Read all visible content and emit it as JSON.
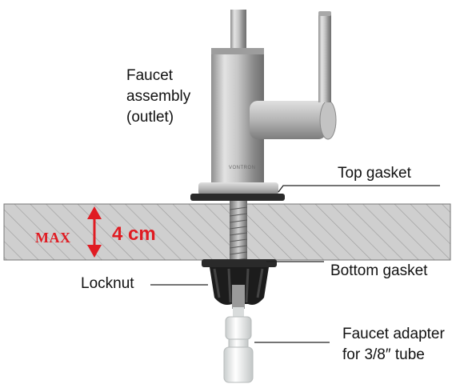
{
  "labels": {
    "faucet_assembly": [
      "Faucet",
      "assembly",
      "(outlet)"
    ],
    "top_gasket": "Top gasket",
    "max": "MAX",
    "thickness": "4 cm",
    "locknut": "Locknut",
    "bottom_gasket": "Bottom gasket",
    "faucet_adapter": [
      "Faucet adapter",
      "for 3/8″ tube"
    ]
  },
  "colors": {
    "accent": "#e01b22",
    "countertop": "#cfcfcf",
    "steel": "#b8b8b8",
    "nut": "#1c1c1c",
    "fitting": "#eef0f0"
  }
}
